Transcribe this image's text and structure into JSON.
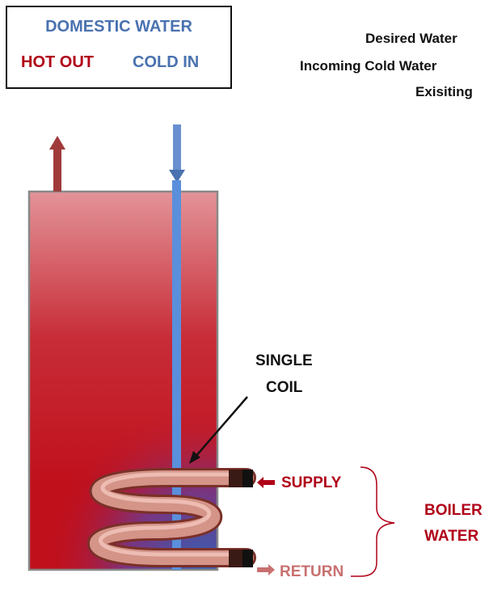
{
  "legend": {
    "title": "DOMESTIC WATER",
    "hot_out": "HOT OUT",
    "cold_in": "COLD IN"
  },
  "specs": {
    "line1": "Desired Water",
    "line2": "Incoming Cold Water",
    "line3": "Exisiting"
  },
  "coil_label": {
    "line1": "SINGLE",
    "line2": "COIL"
  },
  "boiler": {
    "supply": "SUPPLY",
    "return": "RETURN",
    "label_line1": "BOILER",
    "label_line2": "WATER"
  },
  "colors": {
    "hot": "#b00018",
    "cold": "#4a72b0",
    "tank_red": "#c0101c",
    "copper": "#d08a80"
  }
}
